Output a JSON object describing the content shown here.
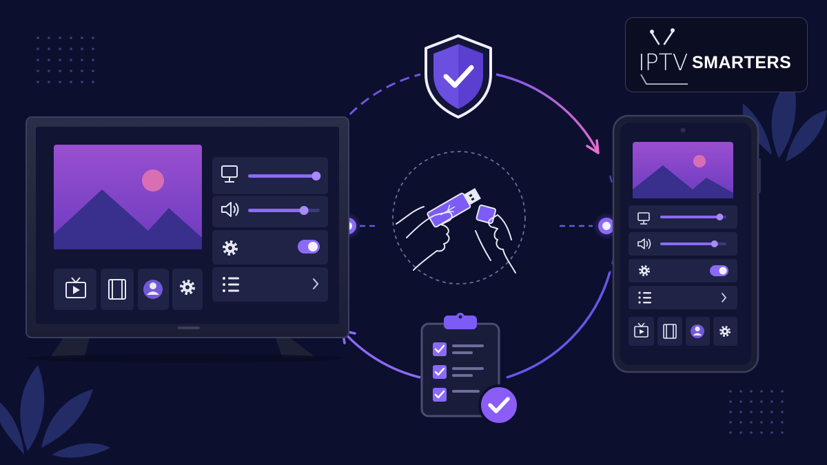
{
  "logo": {
    "text_thin": "IPTV",
    "text_bold": "SMARTERS"
  },
  "colors": {
    "background": "#0c0f2e",
    "accent": "#8b5cf6",
    "accent_light": "#a78bfa",
    "pink": "#ec6fd0",
    "panel": "#1f2346"
  },
  "tv": {
    "sliders": [
      {
        "icon": "monitor-icon",
        "level": 0.95
      },
      {
        "icon": "speaker-icon",
        "level": 0.78
      }
    ],
    "toggle_on": true,
    "nav_icons": [
      "tv-play-icon",
      "film-icon",
      "user-icon",
      "gear-icon"
    ]
  },
  "phone": {
    "sliders": [
      {
        "icon": "monitor-icon",
        "level": 0.9
      },
      {
        "icon": "speaker-icon",
        "level": 0.82
      }
    ],
    "toggle_on": true,
    "nav_icons": [
      "tv-play-icon",
      "film-icon",
      "user-icon",
      "gear-icon"
    ]
  },
  "center_icons": [
    "shield-check-icon",
    "usb-transfer-icon",
    "checklist-icon"
  ]
}
